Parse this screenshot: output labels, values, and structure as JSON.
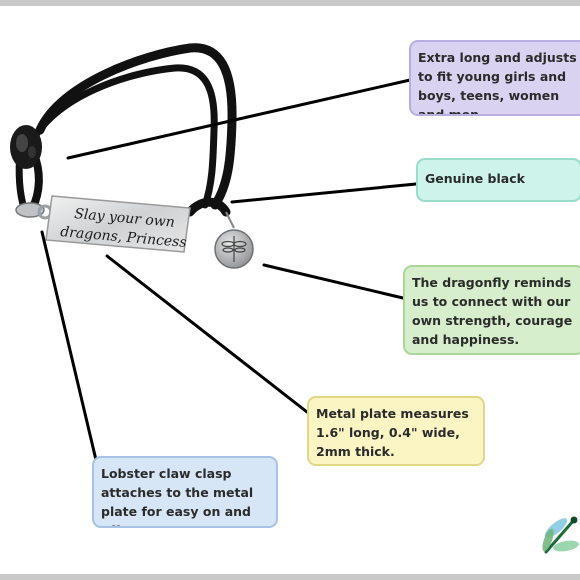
{
  "plate": {
    "line1": "Slay your own",
    "line2": "dragons, Princess"
  },
  "callouts": {
    "length": "Extra long and adjusts to fit young girls and boys, teens, women and men",
    "leather": "Genuine black leather",
    "dragonfly": "The dragonfly reminds us to connect with our own strength, courage and happiness.",
    "plate": "Metal plate measures 1.6\" long, 0.4\" wide, 2mm thick.",
    "clasp": "Lobster claw clasp attaches to the metal plate for easy on and off."
  },
  "colors": {
    "lavender": "#d9d2f0",
    "mint": "#cdf3ea",
    "green": "#d6eecb",
    "yellow": "#fbf5c4",
    "blue": "#d7e6f6"
  }
}
